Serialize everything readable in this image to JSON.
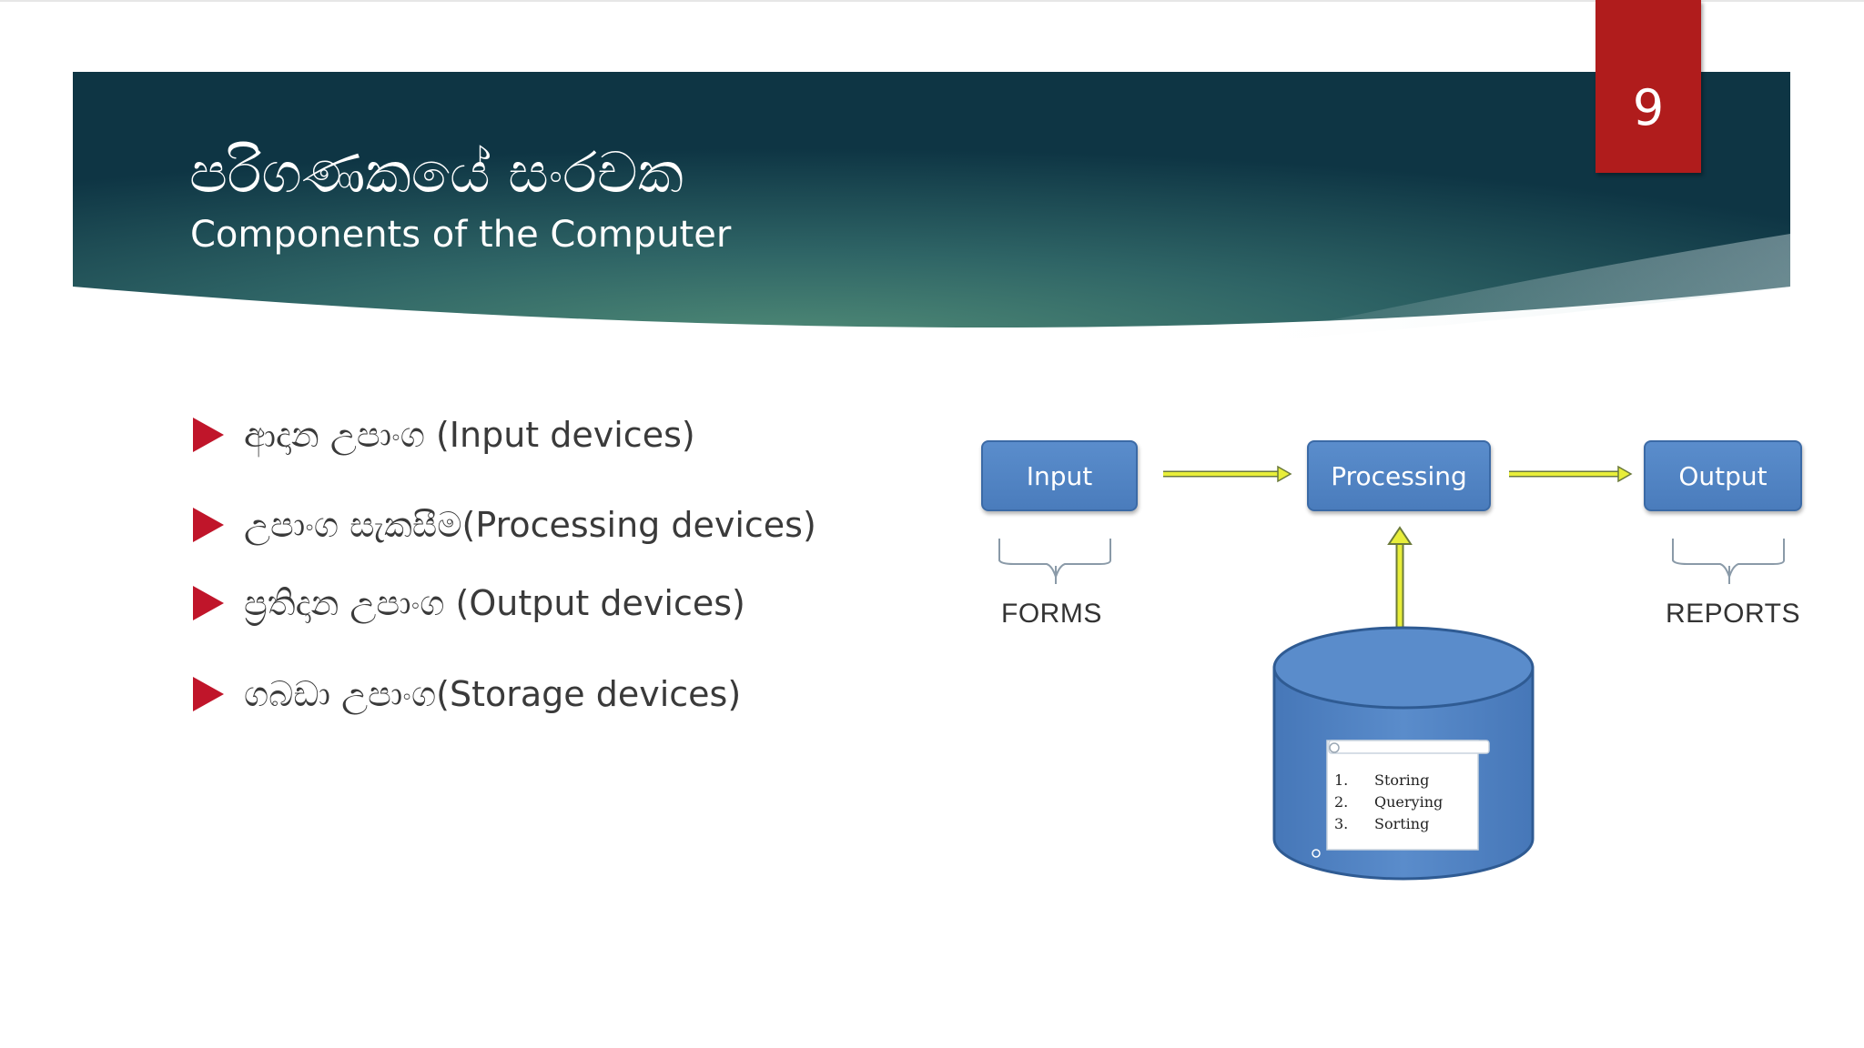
{
  "slide": {
    "number": "9",
    "title": "පරිගණකයේ සංරචක",
    "subtitle": "Components of the Computer"
  },
  "bullets": [
    "ආදාන උපාංග (Input devices)",
    "උපාංග සැකසීම(Processing devices)",
    "ප්‍රතිදාන උපාංග (Output devices)",
    "ගබඩා උපාංග(Storage devices)"
  ],
  "diagram": {
    "boxes": {
      "input": "Input",
      "processing": "Processing",
      "output": "Output"
    },
    "labels": {
      "forms": "FORMS",
      "reports": "REPORTS"
    },
    "storage_list": [
      {
        "num": "1.",
        "text": "Storing"
      },
      {
        "num": "2.",
        "text": "Querying"
      },
      {
        "num": "3.",
        "text": "Sorting"
      }
    ]
  },
  "colors": {
    "banner_dark": "#0f3b4a",
    "banner_mid": "#3f7a6c",
    "slide_number_bg": "#b01c1c",
    "bullet_arrow": "#c0152a",
    "box_fill": "#4f82c2",
    "connector_arrow": "#e8ee3a"
  }
}
